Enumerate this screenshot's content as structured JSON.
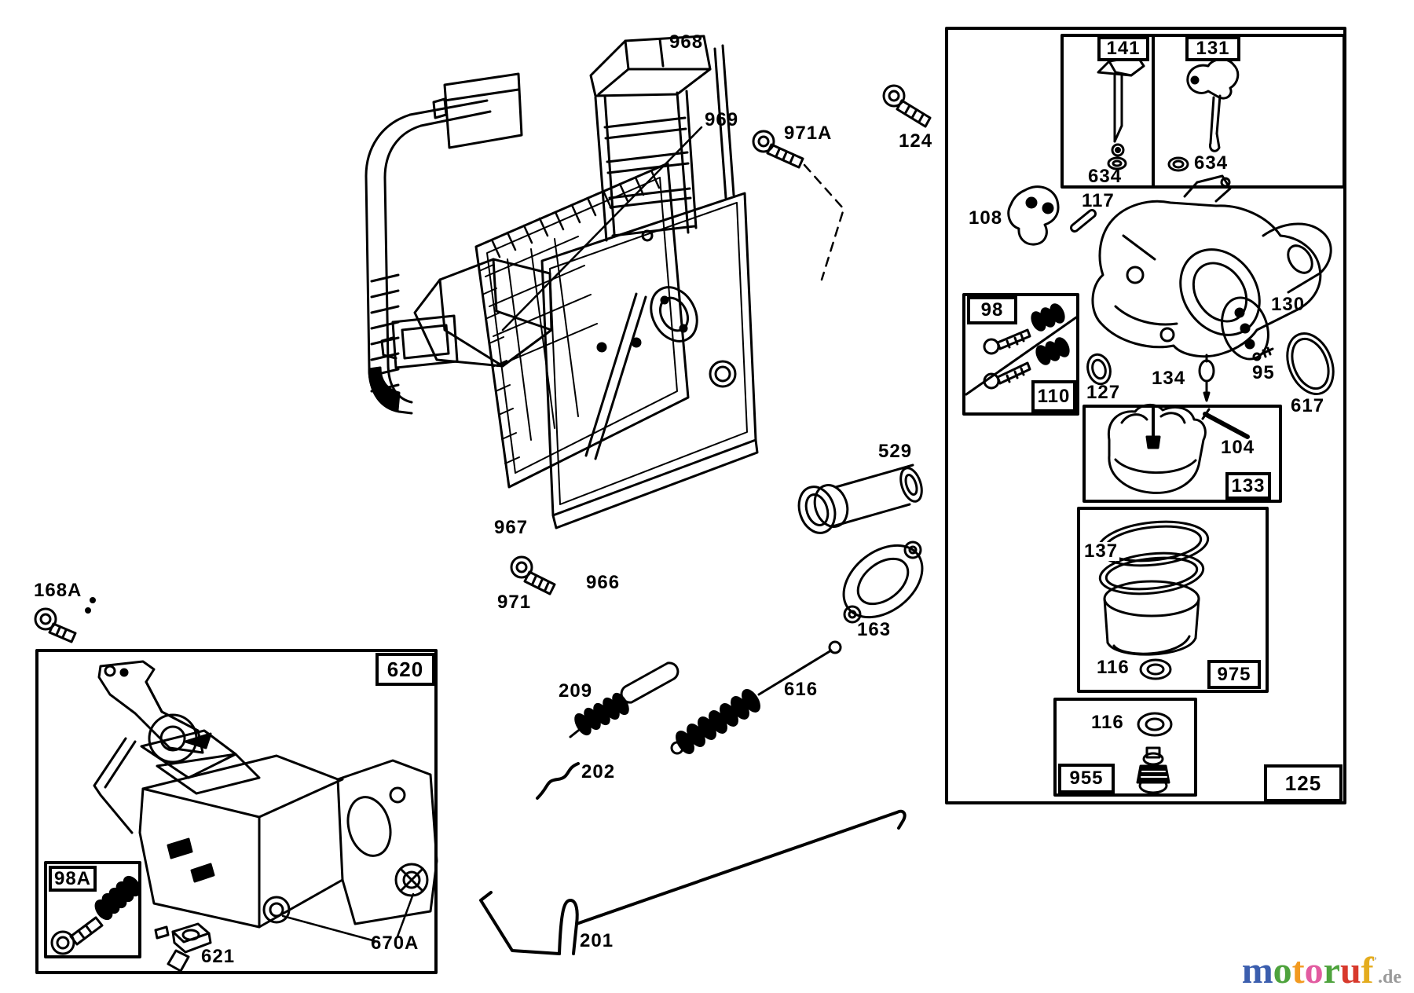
{
  "diagram": {
    "callouts": {
      "c968": "968",
      "c969": "969",
      "c971a": "971A",
      "c124": "124",
      "c634_left": "634",
      "c634_right": "634",
      "c117": "117",
      "c108": "108",
      "c130": "130",
      "c95": "95",
      "c134": "134",
      "c127": "127",
      "c617": "617",
      "c104": "104",
      "c137": "137",
      "c116_bowl": "116",
      "c116_drain": "116",
      "c529": "529",
      "c967": "967",
      "c971": "971",
      "c966": "966",
      "c163": "163",
      "c209": "209",
      "c616": "616",
      "c202": "202",
      "c201": "201",
      "c168a": "168A",
      "c621": "621",
      "c670a": "670A"
    },
    "boxed_callouts": {
      "b141": "141",
      "b131": "131",
      "b98": "98",
      "b110": "110",
      "b133": "133",
      "b975": "975",
      "b955": "955",
      "b125": "125",
      "b620": "620",
      "b98a": "98A"
    }
  },
  "watermark": {
    "letters": [
      {
        "ch": "m",
        "style": "color:#3b5eae"
      },
      {
        "ch": "o",
        "style": "color:#4ea33d"
      },
      {
        "ch": "t",
        "style": "color:#f29a20"
      },
      {
        "ch": "o",
        "style": "color:#e25ba0"
      },
      {
        "ch": "r",
        "style": "color:#4ea33d"
      },
      {
        "ch": "u",
        "style": "color:#d8392c"
      },
      {
        "ch": "f",
        "style": "color:#e4ac1e"
      }
    ],
    "mark": "’",
    "suffix": ".de"
  }
}
